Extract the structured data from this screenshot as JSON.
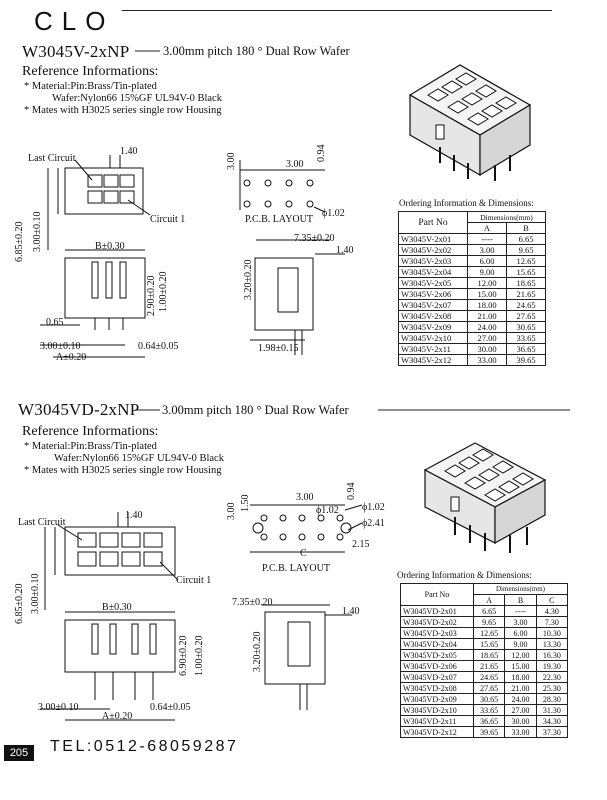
{
  "brand": "CLO",
  "section1": {
    "model": "W3045V-2xNP",
    "subtitle": "3.00mm pitch 180 ° Dual Row Wafer",
    "ref_heading": "Reference Informations:",
    "ref_material": "* Material:Pin:Brass/Tin-plated",
    "ref_wafer": "Wafer:Nylon66 15%GF UL94V-0 Black",
    "ref_mates": "* Mates with H3025 series single row Housing",
    "labels": {
      "last_circuit": "Last Circuit",
      "circuit1": "Circuit 1",
      "d140": "1.40",
      "d685": "6.85±0.20",
      "d300b": "3.00±0.10",
      "b": "B±0.30",
      "d290": "2.90±0.20",
      "d100": "1.00±0.20",
      "d065": "0.65",
      "d300c": "3.00±0.10",
      "d064": "0.64±0.05",
      "a": "A±0.20",
      "pcb_300": "3.00",
      "pcb_300v": "3.00",
      "pcb_094": "0.94",
      "pcb_102": "ϕ1.02",
      "pcb_caption": "P.C.B. LAYOUT",
      "side_735": "7.35±0.20",
      "side_140": "1.40",
      "side_320": "3.20±0.20",
      "side_198": "1.98±0.15"
    },
    "ordering_title": "Ordering Information & Dimensions:",
    "table": {
      "part_no": "Part No",
      "dims": "Dimensions(mm)",
      "col_a": "A",
      "col_b": "B",
      "rows": [
        [
          "W3045V-2x01",
          "----",
          "6.65"
        ],
        [
          "W3045V-2x02",
          "3.00",
          "9.65"
        ],
        [
          "W3045V-2x03",
          "6.00",
          "12.65"
        ],
        [
          "W3045V-2x04",
          "9.00",
          "15.65"
        ],
        [
          "W3045V-2x05",
          "12.00",
          "18.65"
        ],
        [
          "W3045V-2x06",
          "15.00",
          "21.65"
        ],
        [
          "W3045V-2x07",
          "18.00",
          "24.65"
        ],
        [
          "W3045V-2x08",
          "21.00",
          "27.65"
        ],
        [
          "W3045V-2x09",
          "24.00",
          "30.65"
        ],
        [
          "W3045V-2x10",
          "27.00",
          "33.65"
        ],
        [
          "W3045V-2x11",
          "30.00",
          "36.65"
        ],
        [
          "W3045V-2x12",
          "33.00",
          "39.65"
        ]
      ]
    }
  },
  "section2": {
    "model": "W3045VD-2xNP",
    "subtitle": "3.00mm pitch 180 ° Dual Row Wafer",
    "ref_heading": "Reference Informations:",
    "ref_material": "* Material:Pin:Brass/Tin-plated",
    "ref_wafer": "Wafer:Nylon66 15%GF UL94V-0 Black",
    "ref_mates": "* Mates with H3025 series single row Housing",
    "labels": {
      "last_circuit": "Last Circuit",
      "circuit1": "Circuit 1",
      "d140": "1.40",
      "d685": "6.85±0.20",
      "d300b": "3.00±0.10",
      "b": "B±0.30",
      "d690": "6.90±0.20",
      "d100": "1.00±0.20",
      "d300c": "3.00±0.10",
      "d064": "0.64±0.05",
      "a": "A±0.20",
      "pcb_300": "3.00",
      "pcb_300v": "3.00",
      "pcb_150": "1.50",
      "pcb_094": "0.94",
      "pcb_102a": "ϕ1.02",
      "pcb_102b": "ϕ1.02",
      "pcb_241": "ϕ2.41",
      "pcb_215": "2.15",
      "pcb_c": "C",
      "pcb_caption": "P.C.B. LAYOUT",
      "side_735": "7.35±0.20",
      "side_140": "1.40",
      "side_320": "3.20±0.20"
    },
    "ordering_title": "Ordering Information & Dimensions:",
    "table": {
      "part_no": "Part No",
      "dims": "Dimensions(mm)",
      "col_a": "A",
      "col_b": "B",
      "col_c": "C",
      "rows": [
        [
          "W3045VD-2x01",
          "6.65",
          "----",
          "4.30"
        ],
        [
          "W3045VD-2x02",
          "9.65",
          "3.00",
          "7.30"
        ],
        [
          "W3045VD-2x03",
          "12.65",
          "6.00",
          "10.30"
        ],
        [
          "W3045VD-2x04",
          "15.65",
          "9.00",
          "13.30"
        ],
        [
          "W3045VD-2x05",
          "18.65",
          "12.00",
          "16.30"
        ],
        [
          "W3045VD-2x06",
          "21.65",
          "15.00",
          "19.30"
        ],
        [
          "W3045VD-2x07",
          "24.65",
          "18.00",
          "22.30"
        ],
        [
          "W3045VD-2x08",
          "27.65",
          "21.00",
          "25.30"
        ],
        [
          "W3045VD-2x09",
          "30.65",
          "24.00",
          "28.30"
        ],
        [
          "W3045VD-2x10",
          "33.65",
          "27.00",
          "31.30"
        ],
        [
          "W3045VD-2x11",
          "36.65",
          "30.00",
          "34.30"
        ],
        [
          "W3045VD-2x12",
          "39.65",
          "33.00",
          "37.30"
        ]
      ]
    }
  },
  "footer": {
    "tel": "TEL:0512-68059287",
    "page": "205"
  }
}
